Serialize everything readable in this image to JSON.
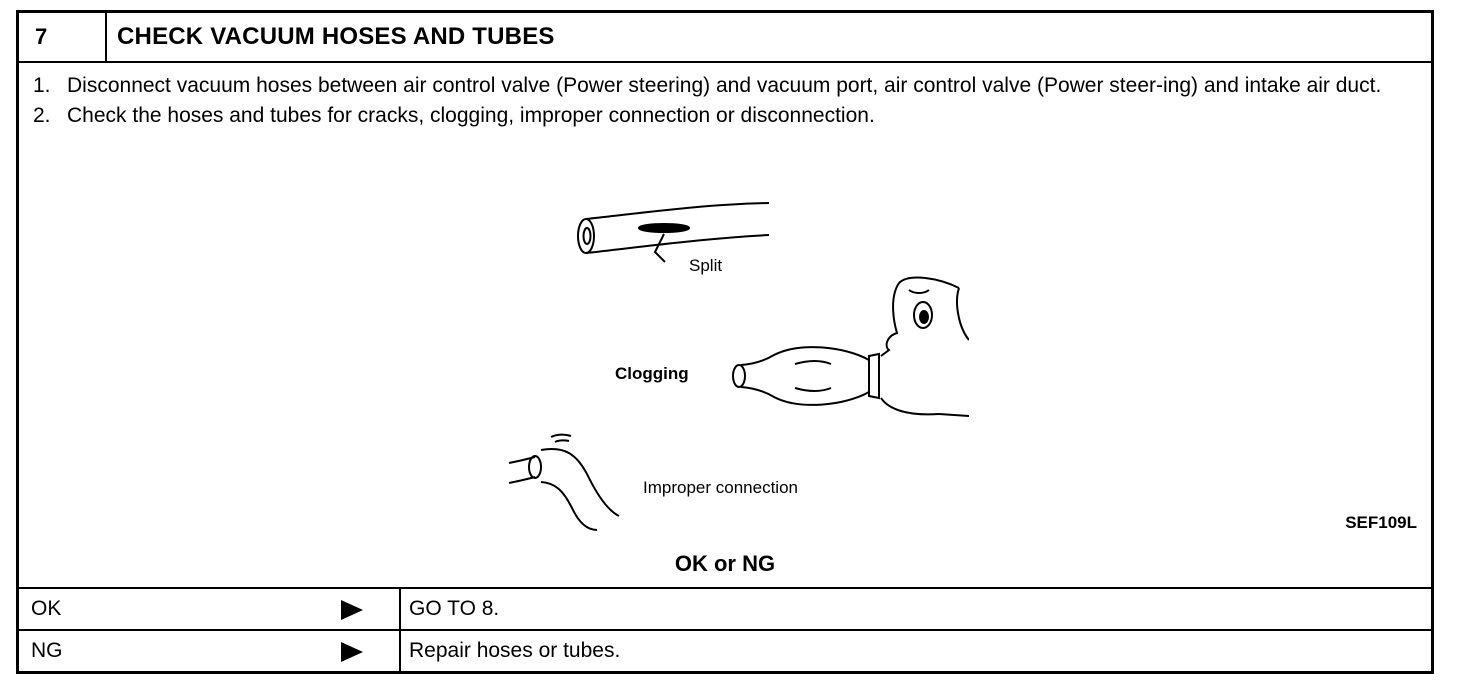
{
  "step": {
    "number": "7",
    "title": "CHECK VACUUM HOSES AND TUBES"
  },
  "instructions": [
    {
      "num": "1.",
      "text": "Disconnect vacuum hoses between air control valve (Power steering) and vacuum port, air control valve (Power steer-ing) and intake air duct."
    },
    {
      "num": "2.",
      "text": "Check the hoses and tubes for cracks, clogging, improper connection or disconnection."
    }
  ],
  "figure": {
    "labels": {
      "split": "Split",
      "clogging": "Clogging",
      "improper": "Improper connection"
    },
    "code": "SEF109L"
  },
  "result": {
    "title": "OK or NG",
    "rows": [
      {
        "key": "OK",
        "value": "GO TO 8."
      },
      {
        "key": "NG",
        "value": "Repair hoses or tubes."
      }
    ]
  }
}
